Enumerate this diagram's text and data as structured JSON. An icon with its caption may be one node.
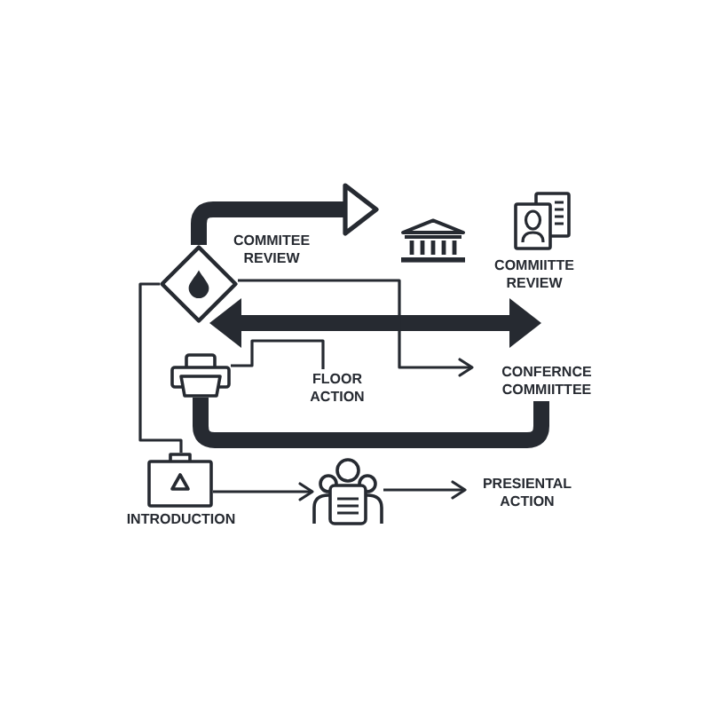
{
  "diagram": {
    "nodes": [
      {
        "text": [],
        "shape": "diamond"
      },
      {
        "text": [],
        "shape": "picture"
      },
      {
        "text": [
          "FLOOR ACTION"
        ]
      },
      {
        "text": [
          "CONFERNCE COMMIITTEE"
        ]
      },
      {
        "text": [],
        "shape": "picture",
        "beside": [
          "INTRODUCTION"
        ]
      },
      {
        "text": [],
        "shape": "picture"
      },
      {
        "text": [
          "PRESIENTAL ACTION"
        ]
      }
    ],
    "edges": [
      {
        "from": 0,
        "to": null,
        "arrow": "to",
        "style": "thick"
      },
      {
        "from": 0,
        "to": 3,
        "arrow": "both",
        "style": "thick"
      },
      {
        "from": 0,
        "to": 3,
        "arrow": "to"
      },
      {
        "from": 1,
        "to": 2,
        "arrow": "none"
      },
      {
        "from": 1,
        "to": 3,
        "arrow": "none",
        "style": "thick"
      },
      {
        "from": 4,
        "to": 0,
        "arrow": "none"
      },
      {
        "from": 4,
        "to": 5,
        "arrow": "to"
      },
      {
        "from": 5,
        "to": 6,
        "arrow": "to"
      }
    ],
    "labels": [
      "COMMITEE REVIEW",
      "COMMIITTE REVIEW"
    ]
  }
}
